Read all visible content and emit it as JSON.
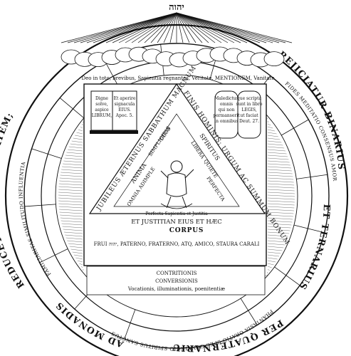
{
  "diagram": {
    "tetragrammaton": "יהוה",
    "outer_ring": {
      "left": "REDUCETUR, SIMPLICITATEM;",
      "right": "REJICIATUR BINARIUS",
      "right_lower": "ET TERNARIUS",
      "bottom": "PER QUATERNARIUM,",
      "bottom_left": "AD MONADIS"
    },
    "middle_ring": {
      "left_words": [
        "FAMILIARITAS",
        "SIMILITUDO",
        "INFLUENTIA"
      ],
      "right_words": [
        "FIDES",
        "MEDITATIO",
        "CONSENSUS",
        "AMOR"
      ],
      "bottom_words": [
        "PHANTASIA",
        "ORATIO",
        "SPES",
        "CONVINCIO",
        "SPIRITUS SANCTUS"
      ]
    },
    "top_band": "Deo in toto, brevibus, Sapientia regnantes, Veritate, MENTIONEM, Vanitate",
    "tablets": {
      "left_1": [
        "Digne",
        "solve,",
        "aspice",
        "LIBRUM,"
      ],
      "left_2": [
        "Et aperire",
        "signacula",
        "EIUS.",
        "Apoc. 5."
      ],
      "right_1": [
        "Maledictus",
        "omnis",
        "qui non",
        "permanserit",
        "in omnibus"
      ],
      "right_2": [
        "que scripta",
        "sunt in libro",
        "LEGIS,",
        "ut faciat",
        "Deut. 27."
      ]
    },
    "triangle": {
      "left_side": "JUBILEUS ÆTERNUS SABBATHUM MAGNUM",
      "right_side": "FINIS HOMINIS: URGUM AC SUMMUM BONUM",
      "inner_left": "ANIMA",
      "inner_right": "SPIRITUS",
      "inner_words": [
        "SIMPLICITAS",
        "DEOS",
        "LIBERA",
        "QUIETE"
      ],
      "lower_left": "OMNIA ADIMPLE",
      "lower_right": "PERFECTA",
      "cor": "Perfecta Sapientia et Justitia",
      "bottom": "CORPUS",
      "bottom_line": "ET JUSTITIAN EIUS ET HÆC",
      "base": "FRUI יהוה, PATERNO, FRATERNO, ATQ, AMICO, STAURA CARALI"
    },
    "bottom_band": [
      "CONTRITIONIS",
      "CONVERSIONIS",
      "Vocationis, illuminationis, poenitentiæ"
    ]
  }
}
